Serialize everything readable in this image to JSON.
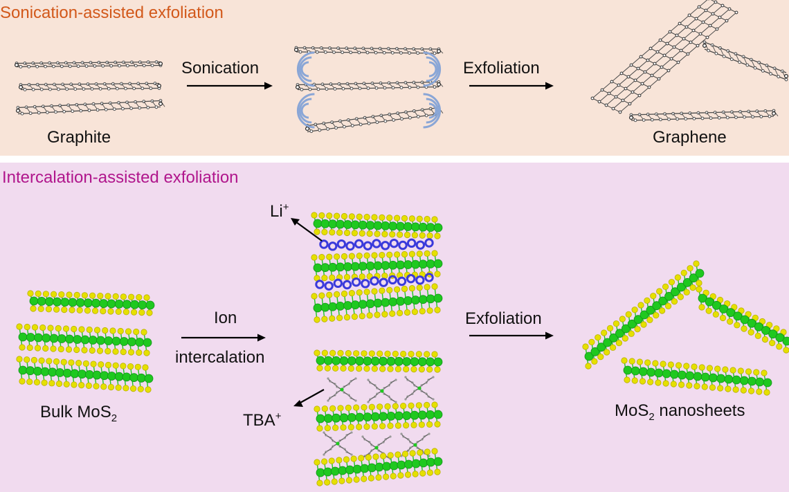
{
  "colors": {
    "top_panel_bg": "#f8e4d8",
    "bottom_panel_bg": "#f1dbef",
    "top_title": "#d2581a",
    "bottom_title": "#b0168c",
    "carbon_atom": "#4a4a4a",
    "sulfur_atom": "#e6e000",
    "molybdenum_atom": "#1fc81f",
    "lithium_ion": "#3a3adb",
    "sonication_waves": "#8aa6d6"
  },
  "top_panel": {
    "title": "Sonication-assisted exfoliation",
    "graphite_label": "Graphite",
    "sonication_label": "Sonication",
    "exfoliation_label": "Exfoliation",
    "graphene_label": "Graphene"
  },
  "bottom_panel": {
    "title": "Intercalation-assisted exfoliation",
    "bulk_label": "Bulk MoS",
    "bulk_sub": "2",
    "ion_label": "Ion",
    "intercalation_label": "intercalation",
    "li_label": "Li",
    "li_sup": "+",
    "tba_label": "TBA",
    "tba_sup": "+",
    "exfoliation_label": "Exfoliation",
    "nanosheets_prefix": "MoS",
    "nanosheets_sub": "2",
    "nanosheets_suffix": " nanosheets"
  }
}
